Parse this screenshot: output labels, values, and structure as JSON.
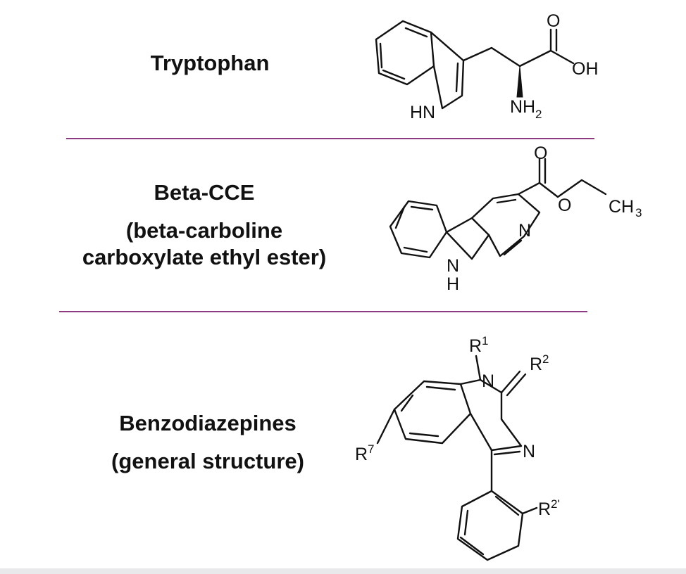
{
  "compounds": [
    {
      "name": "Tryptophan"
    },
    {
      "name": "Beta-CCE",
      "detail": [
        "(beta-carboline",
        "carboxylate ethyl ester)"
      ]
    },
    {
      "name": "Benzodiazepines",
      "detail": [
        "(general structure)"
      ]
    }
  ],
  "atom_labels": {
    "trp_o": "O",
    "trp_oh": "OH",
    "trp_hn": "HN",
    "trp_nh": "NH",
    "trp_nh_sub": "2",
    "bcce_o_top": "O",
    "bcce_o": "O",
    "bcce_ch": "CH",
    "bcce_ch_sub": "3",
    "bcce_n": "N",
    "bcce_nh_n": "N",
    "bcce_nh_h": "H",
    "bzd_r1": "R",
    "bzd_r1_sup": "1",
    "bzd_n1": "N",
    "bzd_r2": "R",
    "bzd_r2_sup": "2",
    "bzd_r7": "R",
    "bzd_r7_sup": "7",
    "bzd_n4": "N",
    "bzd_r2p": "R",
    "bzd_r2p_sup": "2'"
  },
  "colors": {
    "divider": "#8e3a80",
    "ink": "#111111",
    "bottom_bar": "#e9e9eb"
  }
}
